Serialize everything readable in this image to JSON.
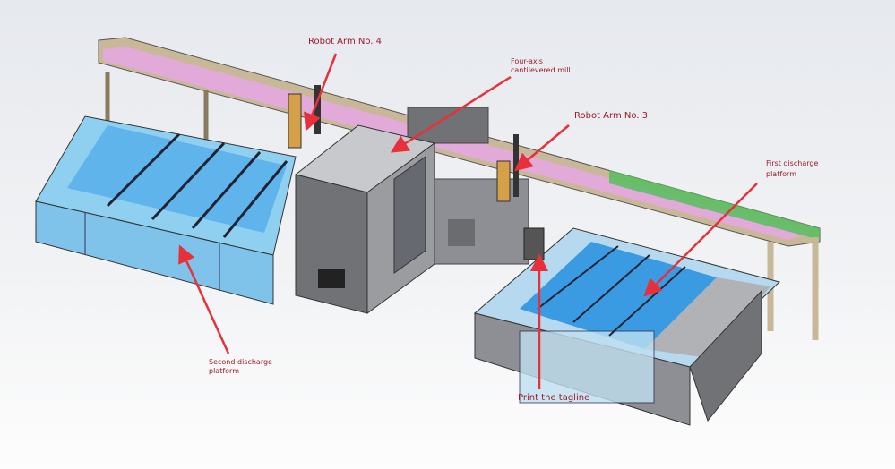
{
  "annotations": {
    "robot_arm_4": "Robot Arm No. 4",
    "mill_line1": "Four-axis",
    "mill_line2": "cantilevered mill",
    "robot_arm_3": "Robot Arm No. 3",
    "first_platform_line1": "First discharge",
    "first_platform_line2": "platform",
    "second_platform_line1": "Second discharge",
    "second_platform_line2": "platform",
    "tagline_printer": "Print the tagline"
  },
  "colors": {
    "annotation": "#9b1b2a",
    "arrow": "#e8303a",
    "glass_blue": "#4aa8e8",
    "cabinet_gray": "#8d8f94",
    "frame_tan": "#c8b898",
    "rail_pink": "#e3a8df",
    "rail_green": "#4fbf5a"
  }
}
